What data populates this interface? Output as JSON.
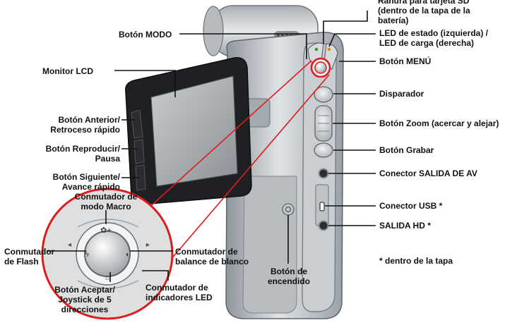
{
  "colors": {
    "accent": "#e01b1b",
    "leader": "#111111"
  },
  "labels": {
    "modo": "Botón MODO",
    "monitor": "Monitor LCD",
    "anterior": "Botón Anterior/\nRetroceso rápido",
    "reproducir": "Botón Reproducir/\nPausa",
    "siguiente": "Botón Siguiente/\nAvance rápido",
    "macro": "Conmutador de\nmodo Macro",
    "flash": "Conmutador\nde Flash",
    "aceptar": "Botón Aceptar/\nJoystick de 5\ndirecciones",
    "led_ind": "Conmutador de\nindicadores LED",
    "balance": "Conmutador de\nbalance de blanco",
    "encendido": "Botón de\nencendido",
    "ranura": "Ranura para tarjeta SD\n(dentro de la tapa de la\nbatería)",
    "led_estado": "LED de estado (izquierda) /\nLED de carga (derecha)",
    "menu": "Botón MENÚ",
    "disparador": "Disparador",
    "zoom": "Botón Zoom (acercar y alejar)",
    "grabar": "Botón Grabar",
    "salida_av": "Conector SALIDA DE AV",
    "usb": "Conector USB *",
    "hd": "SALIDA HD *",
    "nota": "* dentro de la tapa"
  }
}
